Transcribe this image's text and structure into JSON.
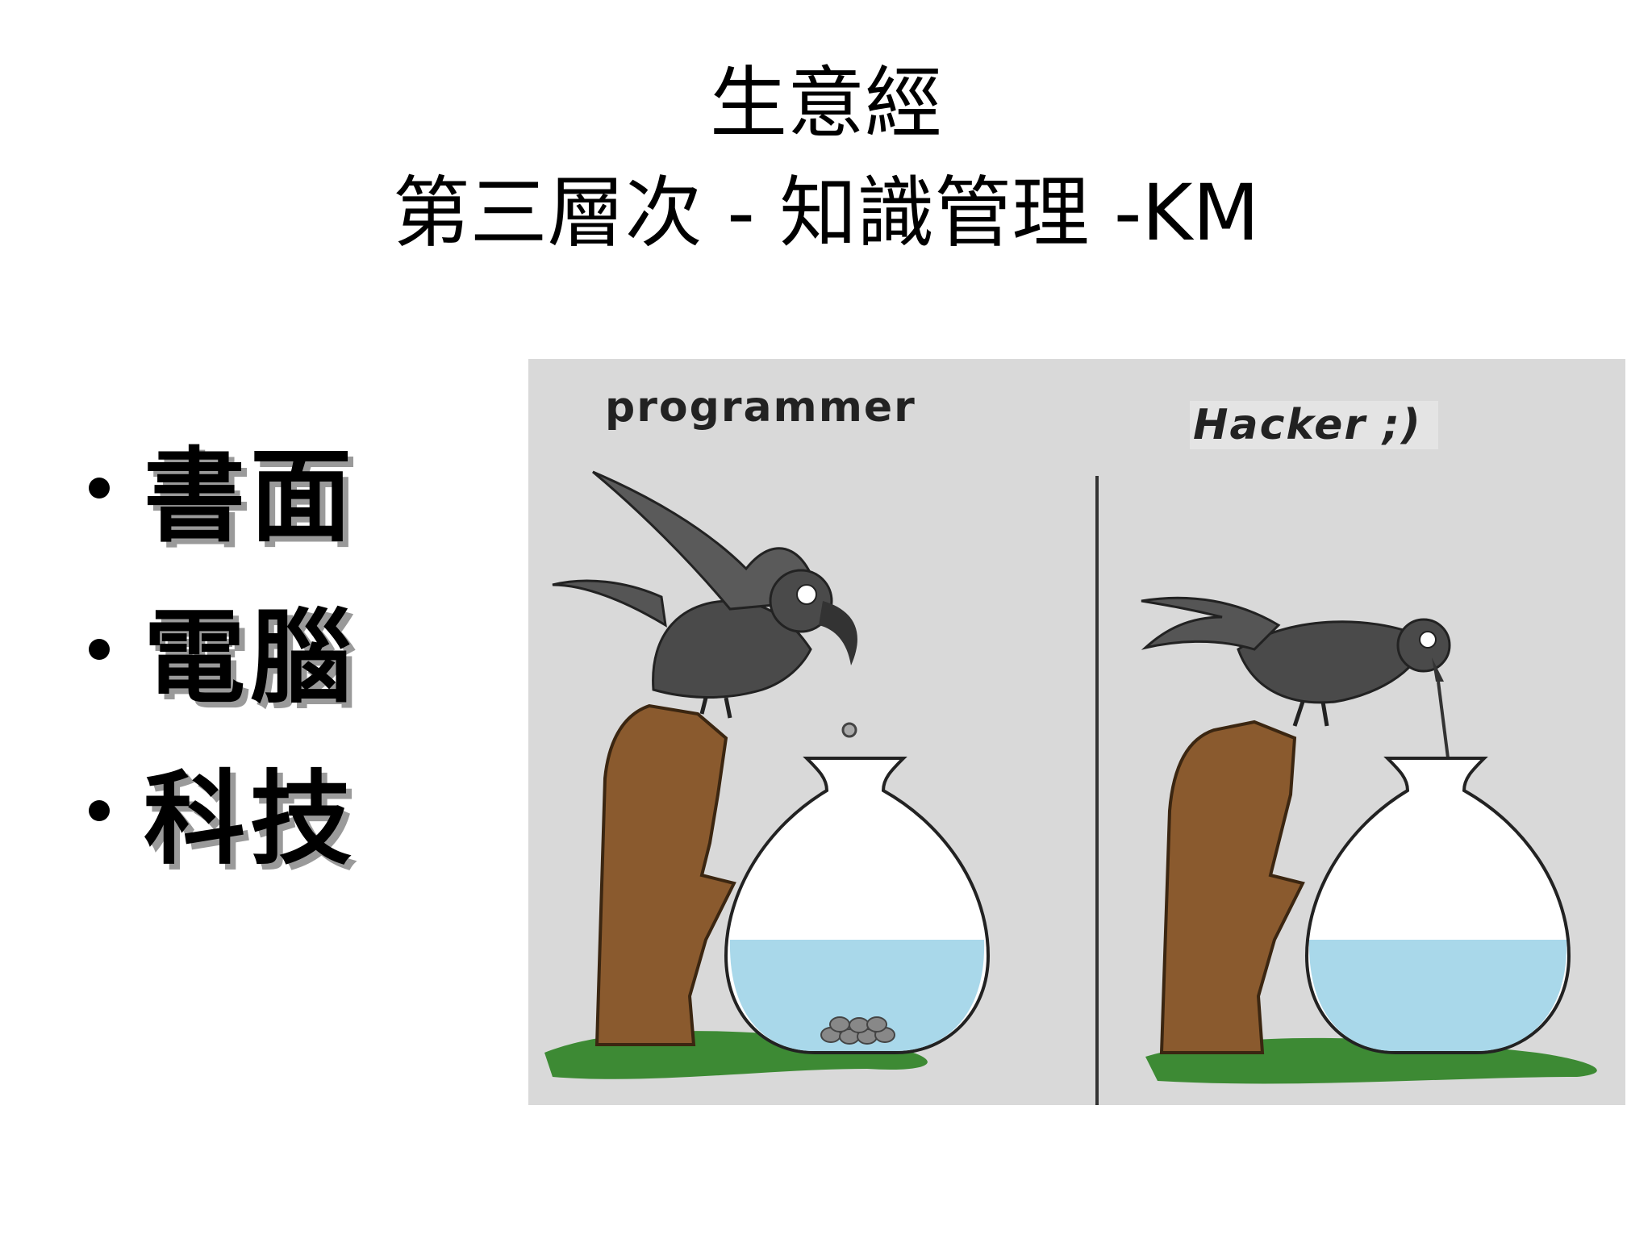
{
  "slide": {
    "title_line1": "生意經",
    "title_line2": "第三層次 - 知識管理 -KM"
  },
  "bullets": [
    {
      "text": "書面"
    },
    {
      "text": "電腦"
    },
    {
      "text": "科技"
    }
  ],
  "cartoon": {
    "left_label": "programmer",
    "right_label": "Hacker ;)",
    "colors": {
      "background": "#d9d9d9",
      "crow": "#4a4a4a",
      "stump": "#8a5a2e",
      "water": "#a9d8ea",
      "grass": "#3d8a34"
    }
  }
}
